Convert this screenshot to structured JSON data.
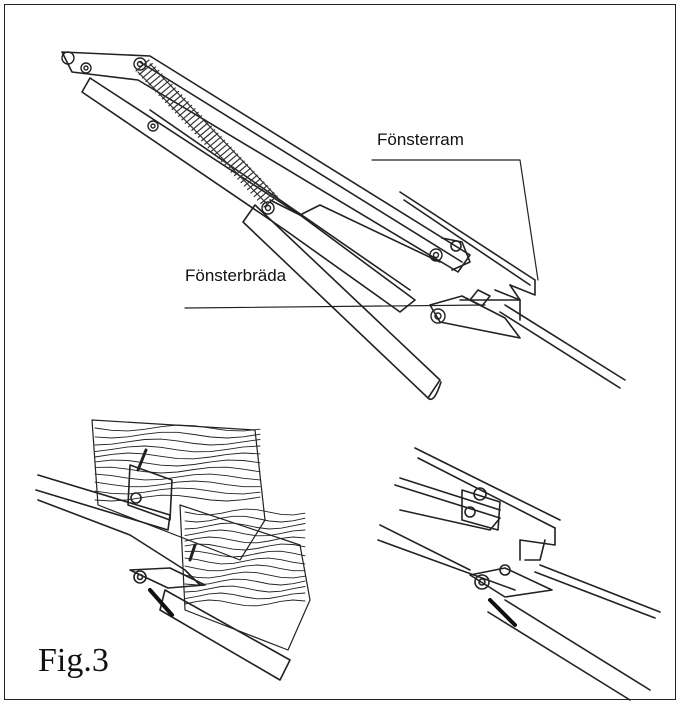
{
  "labels": {
    "window_frame": "Fönsterram",
    "window_sill": "Fönsterbräda"
  },
  "figure_caption": "Fig.3",
  "colors": {
    "line": "#222222",
    "spring": "#333333",
    "background": "#ffffff"
  }
}
